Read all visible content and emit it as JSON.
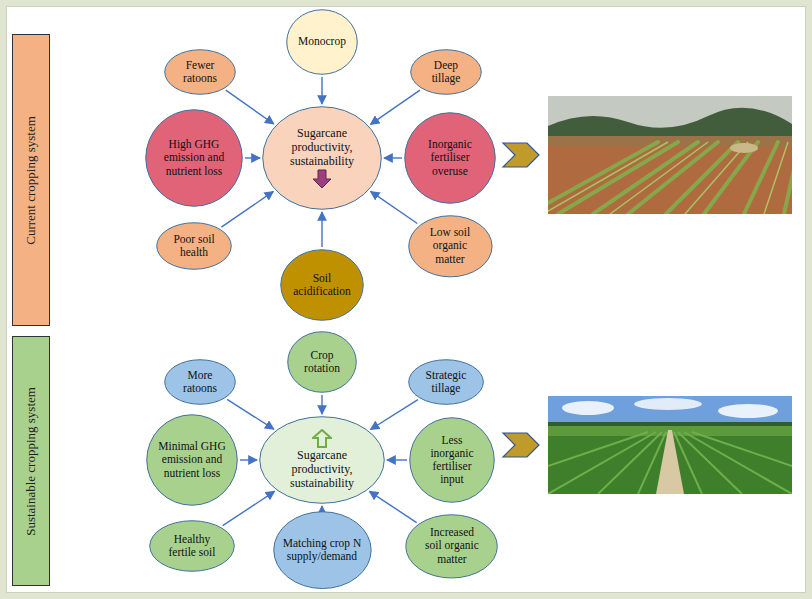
{
  "diagram": {
    "nodes": [
      {
        "text": [
          "Current cropping system"
        ]
      },
      {
        "text": [
          "Monocrop"
        ]
      },
      {
        "text": [
          "Fewer ratoons"
        ]
      },
      {
        "text": [
          "Deep tillage"
        ]
      },
      {
        "text": [
          "High GHG emission and nutrient loss"
        ]
      },
      {
        "text": [
          "Sugarcane productivity, sustainability"
        ]
      },
      {
        "text": [
          "Inorganic fertiliser overuse"
        ]
      },
      {
        "text": [
          "Poor soil health"
        ]
      },
      {
        "text": [
          "Low soil organic matter"
        ]
      },
      {
        "text": [
          "Soil acidification"
        ]
      },
      {
        "text": [
          "Sustainable cropping system"
        ]
      },
      {
        "text": [
          "Crop rotation"
        ]
      },
      {
        "text": [
          "More ratoons"
        ]
      },
      {
        "text": [
          "Strategic tillage"
        ]
      },
      {
        "text": [
          "Minimal GHG emission and nutrient loss"
        ]
      },
      {
        "text": [
          "Sugarcane productivity, sustainability"
        ]
      },
      {
        "text": [
          "Less inorganic fertiliser input"
        ]
      },
      {
        "text": [
          "Healthy fertile soil"
        ]
      },
      {
        "text": [
          "Increased soil organic matter"
        ]
      },
      {
        "text": [
          "Matching crop N supply/demand"
        ]
      }
    ],
    "edges": [
      {
        "from": 1,
        "to": 5,
        "arrow": "to"
      },
      {
        "from": 2,
        "to": 5,
        "arrow": "to"
      },
      {
        "from": 3,
        "to": 5,
        "arrow": "to"
      },
      {
        "from": 4,
        "to": 5,
        "arrow": "to"
      },
      {
        "from": 6,
        "to": 5,
        "arrow": "to"
      },
      {
        "from": 7,
        "to": 5,
        "arrow": "to"
      },
      {
        "from": 8,
        "to": 5,
        "arrow": "to"
      },
      {
        "from": 9,
        "to": 5,
        "arrow": "to"
      },
      {
        "from": 11,
        "to": 15,
        "arrow": "to"
      },
      {
        "from": 12,
        "to": 15,
        "arrow": "to"
      },
      {
        "from": 13,
        "to": 15,
        "arrow": "to"
      },
      {
        "from": 14,
        "to": 15,
        "arrow": "to"
      },
      {
        "from": 16,
        "to": 15,
        "arrow": "to"
      },
      {
        "from": 17,
        "to": 15,
        "arrow": "to"
      },
      {
        "from": 18,
        "to": 15,
        "arrow": "to"
      },
      {
        "from": 19,
        "to": 15,
        "arrow": "to"
      }
    ]
  }
}
